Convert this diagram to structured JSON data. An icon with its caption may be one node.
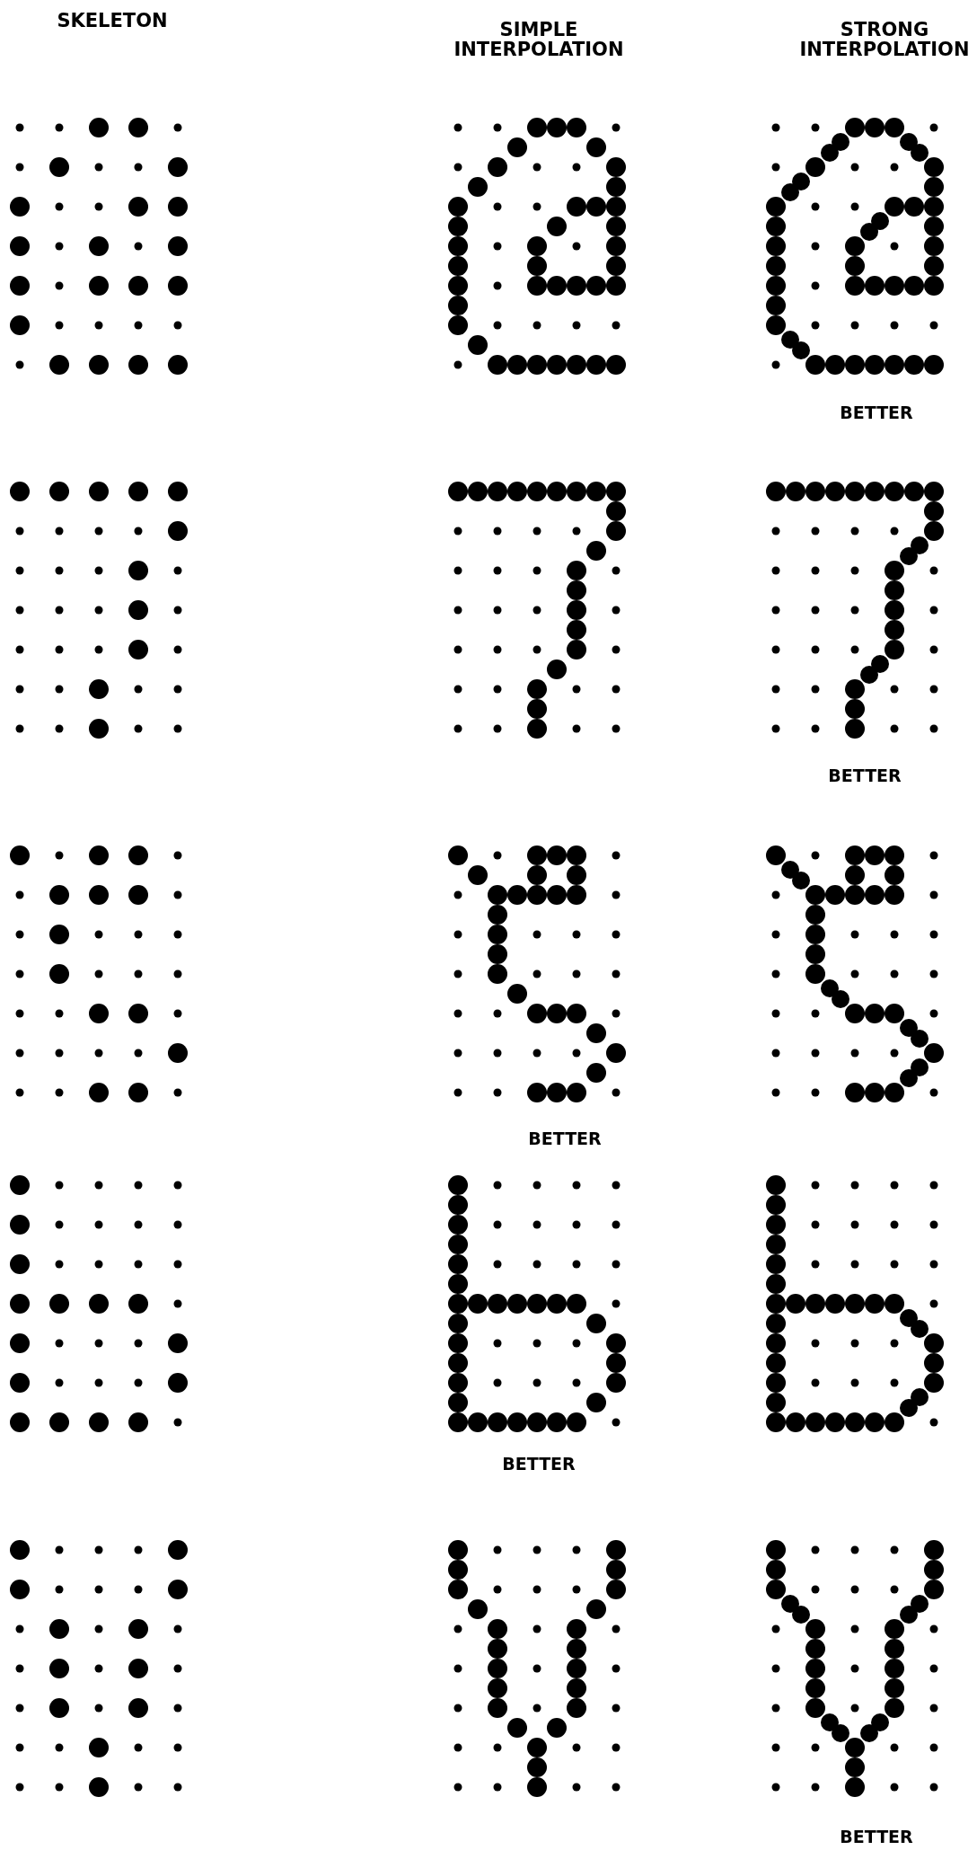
{
  "diagram": {
    "labels": [
      "SKELETON",
      "SIMPLE INTERPOLATION",
      "STRONG INTERPOLATION",
      "BETTER",
      "BETTER",
      "BETTER",
      "BETTER",
      "BETTER"
    ]
  }
}
